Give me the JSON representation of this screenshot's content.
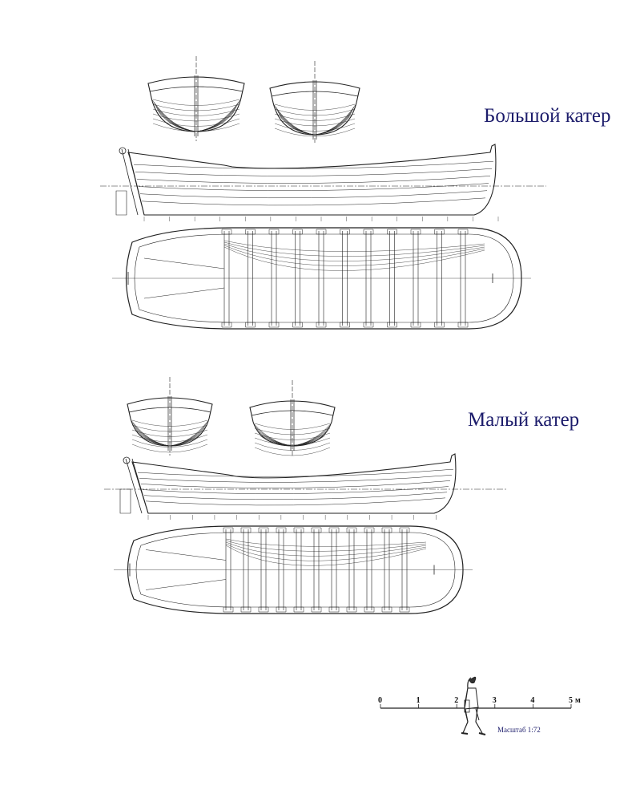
{
  "boats": [
    {
      "title": "Большой катер"
    },
    {
      "title": "Малый катер"
    }
  ],
  "scale_bar": {
    "ticks": [
      "0",
      "1",
      "2",
      "3",
      "4",
      "5"
    ],
    "unit": "м",
    "caption": "Масштаб 1:72"
  },
  "colors": {
    "title": "#1c1c6b",
    "line": "#222222"
  }
}
